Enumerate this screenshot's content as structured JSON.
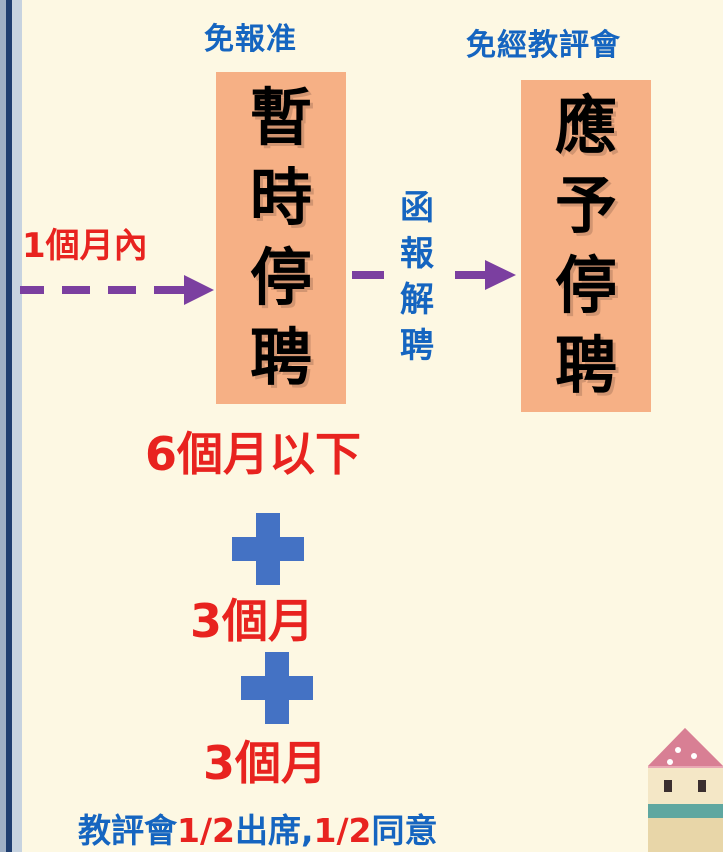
{
  "header": {
    "left_label": "免報准",
    "right_label": "免經教評會"
  },
  "left_box": {
    "chars": [
      "暫",
      "時",
      "停",
      "聘"
    ]
  },
  "right_box": {
    "chars": [
      "應",
      "予",
      "停",
      "聘"
    ]
  },
  "arrow_left_label": "1個月內",
  "arrow_middle_label": {
    "chars": [
      "函",
      "報",
      "解",
      "聘"
    ]
  },
  "durations": {
    "first": "6個月以下",
    "second": "3個月",
    "third": "3個月"
  },
  "bottom_note": {
    "part1": "教評會",
    "part2": "1/2",
    "part3": "出席,",
    "part4": "1/2",
    "part5": "同意"
  },
  "colors": {
    "background": "#fdf8e3",
    "box": "#f6b085",
    "blue_text": "#1565c0",
    "red_text": "#e8231f",
    "arrow": "#7b3fa0",
    "plus": "#4472c4"
  },
  "icons": [
    "plus-icon",
    "house-icon"
  ]
}
